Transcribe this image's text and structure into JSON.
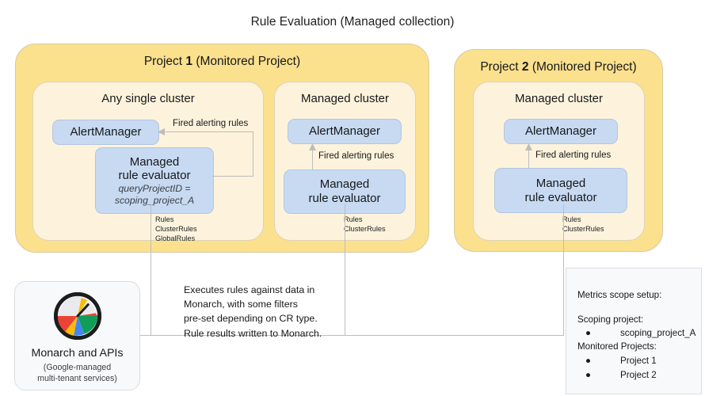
{
  "title": "Rule Evaluation (Managed collection)",
  "colors": {
    "project_fill": "#fbe08e",
    "cluster_fill": "#fdf3dc",
    "component_fill": "#c7daf2",
    "card_fill": "#f8f9fa",
    "connector": "#bdbdbd"
  },
  "projects": [
    {
      "name": "project-1",
      "title_prefix": "Project ",
      "title_number": "1",
      "title_suffix": " (Monitored Project)",
      "clusters": [
        {
          "name": "any-single-cluster",
          "title": "Any single cluster",
          "alertmanager": "AlertManager",
          "evaluator_line1": "Managed",
          "evaluator_line2": "rule evaluator",
          "evaluator_sub_line1": "queryProjectID =",
          "evaluator_sub_line2": "scoping_project_A",
          "edge_label": "Fired alerting rules",
          "rules_note": "Rules\nClusterRules\nGlobalRules"
        },
        {
          "name": "managed-cluster-p1",
          "title": "Managed cluster",
          "alertmanager": "AlertManager",
          "evaluator_line1": "Managed",
          "evaluator_line2": "rule evaluator",
          "edge_label": "Fired alerting rules",
          "rules_note": "Rules\nClusterRules"
        }
      ]
    },
    {
      "name": "project-2",
      "title_prefix": "Project ",
      "title_number": "2",
      "title_suffix": " (Monitored Project)",
      "clusters": [
        {
          "name": "managed-cluster-p2",
          "title": "Managed cluster",
          "alertmanager": "AlertManager",
          "evaluator_line1": "Managed",
          "evaluator_line2": "rule evaluator",
          "edge_label": "Fired alerting rules",
          "rules_note": "Rules\nClusterRules"
        }
      ]
    }
  ],
  "flow_caption": "Executes rules against data in\nMonarch, with some filters\npre-set depending on CR type.\nRule results written to Monarch.",
  "monarch": {
    "title": "Monarch and APIs",
    "subtitle": "(Google-managed\nmulti-tenant services)",
    "icon": "monarch-gauge-icon"
  },
  "scope": {
    "heading": "Metrics scope setup:",
    "scoping_label": "Scoping project:",
    "scoping_items": [
      "scoping_project_A"
    ],
    "monitored_label": "Monitored Projects:",
    "monitored_items": [
      "Project 1",
      "Project 2"
    ],
    "bullet_glyph": "●"
  }
}
